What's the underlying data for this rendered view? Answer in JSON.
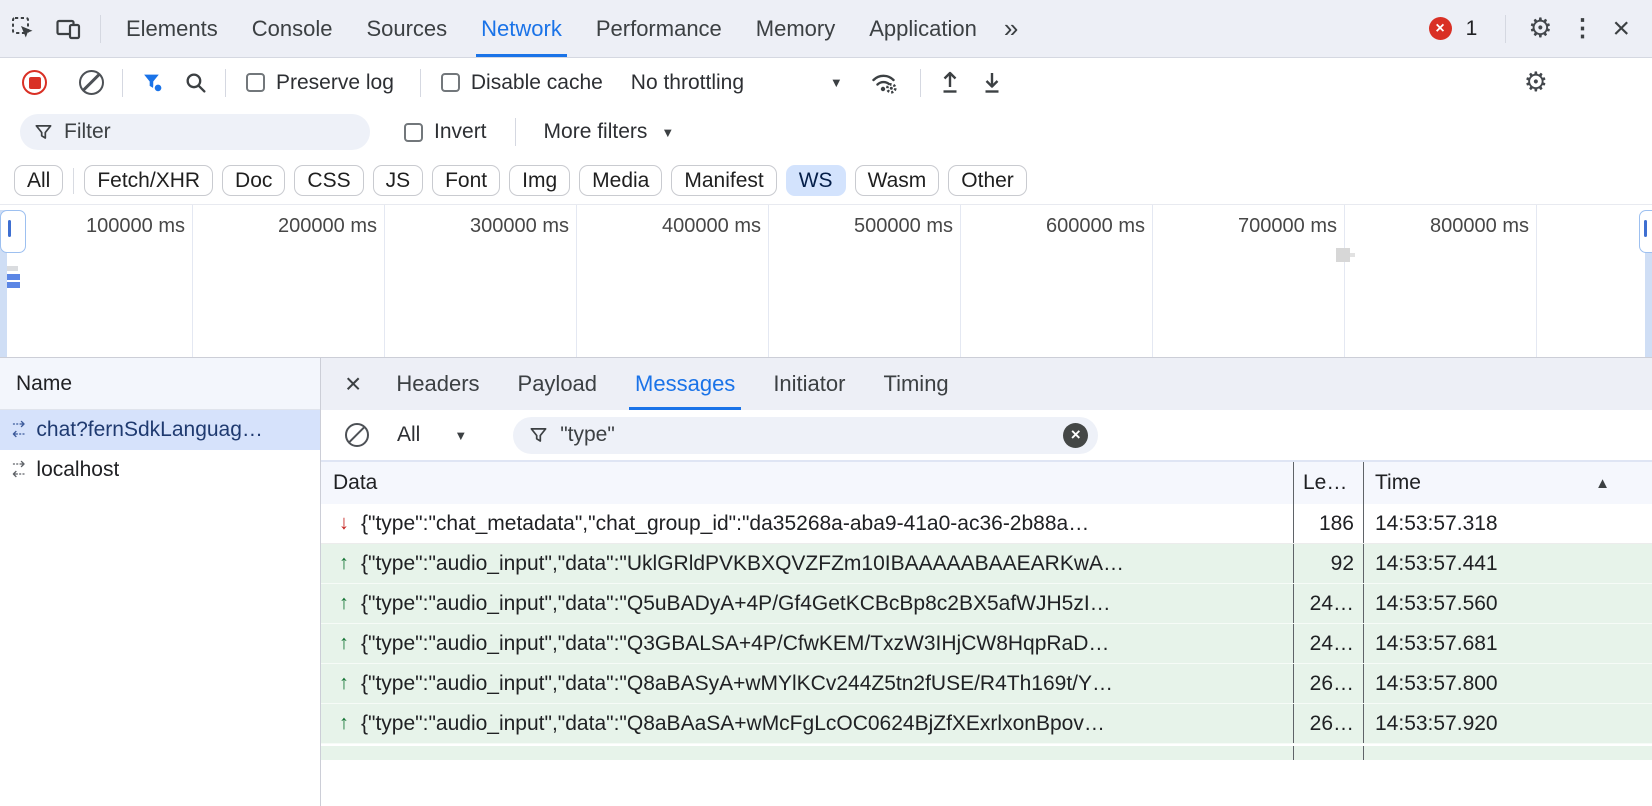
{
  "colors": {
    "accent": "#1a73e8",
    "error_red": "#d93025",
    "sent_row_bg": "#e7f3ea",
    "sent_arrow_green": "#137333",
    "received_arrow_red": "#c5221f",
    "selected_row_bg": "#d6e2fb",
    "selected_chip_bg": "#d3e3fd",
    "toolbar_bg": "#edeff6"
  },
  "icons": {
    "more_tabs": "»",
    "kebab": "⋮",
    "gear": "⚙",
    "close": "×",
    "panel_close": "×",
    "error_x": "×",
    "dropdown_arrow": "▼",
    "sort_asc": "▲",
    "ws_arrow_right": "⇢",
    "ws_arrow_left": "⇠",
    "received_arrow": "↓",
    "sent_arrow": "↑",
    "clear_filter_x": "×"
  },
  "tabbar": {
    "tabs": [
      "Elements",
      "Console",
      "Sources",
      "Network",
      "Performance",
      "Memory",
      "Application"
    ],
    "active_tab": "Network",
    "error_count": "1"
  },
  "network_toolbar": {
    "preserve_log_label": "Preserve log",
    "disable_cache_label": "Disable cache",
    "throttling_value": "No throttling"
  },
  "filter_row": {
    "filter_placeholder": "Filter",
    "invert_label": "Invert",
    "more_filters_label": "More filters"
  },
  "type_chips": {
    "items": [
      "All",
      "Fetch/XHR",
      "Doc",
      "CSS",
      "JS",
      "Font",
      "Img",
      "Media",
      "Manifest",
      "WS",
      "Wasm",
      "Other"
    ],
    "selected": "WS"
  },
  "timeline": {
    "labels": [
      "100000 ms",
      "200000 ms",
      "300000 ms",
      "400000 ms",
      "500000 ms",
      "600000 ms",
      "700000 ms",
      "800000 ms"
    ]
  },
  "requests_panel": {
    "column_header": "Name",
    "rows": [
      {
        "name": "chat?fernSdkLanguag…",
        "selected": true
      },
      {
        "name": "localhost",
        "selected": false
      }
    ]
  },
  "details_panel": {
    "tabs": [
      "Headers",
      "Payload",
      "Messages",
      "Initiator",
      "Timing"
    ],
    "active_tab": "Messages"
  },
  "messages_panel": {
    "filter_mode": "All",
    "filter_value": "\"type\"",
    "columns": {
      "data": "Data",
      "length": "Le…",
      "time": "Time"
    },
    "sort": {
      "column": "Time",
      "direction": "ascending"
    },
    "rows": [
      {
        "direction": "received",
        "data": "{\"type\":\"chat_metadata\",\"chat_group_id\":\"da35268a-aba9-41a0-ac36-2b88a…",
        "length": "186",
        "time": "14:53:57.318"
      },
      {
        "direction": "sent",
        "data": "{\"type\":\"audio_input\",\"data\":\"UklGRldPVKBXQVZFZm10IBAAAAABAAEARKwA…",
        "length": "92",
        "time": "14:53:57.441"
      },
      {
        "direction": "sent",
        "data": "{\"type\":\"audio_input\",\"data\":\"Q5uBADyA+4P/Gf4GetKCBcBp8c2BX5afWJH5zI…",
        "length": "24…",
        "time": "14:53:57.560"
      },
      {
        "direction": "sent",
        "data": "{\"type\":\"audio_input\",\"data\":\"Q3GBALSA+4P/CfwKEM/TxzW3IHjCW8HqpRaD…",
        "length": "24…",
        "time": "14:53:57.681"
      },
      {
        "direction": "sent",
        "data": "{\"type\":\"audio_input\",\"data\":\"Q8aBASyA+wMYlKCv244Z5tn2fUSE/R4Th169t/Y…",
        "length": "26…",
        "time": "14:53:57.800"
      },
      {
        "direction": "sent",
        "data": "{\"type\":\"audio_input\",\"data\":\"Q8aBAaSA+wMcFgLcOC0624BjZfXExrlxonBpov…",
        "length": "26…",
        "time": "14:53:57.920"
      }
    ]
  }
}
